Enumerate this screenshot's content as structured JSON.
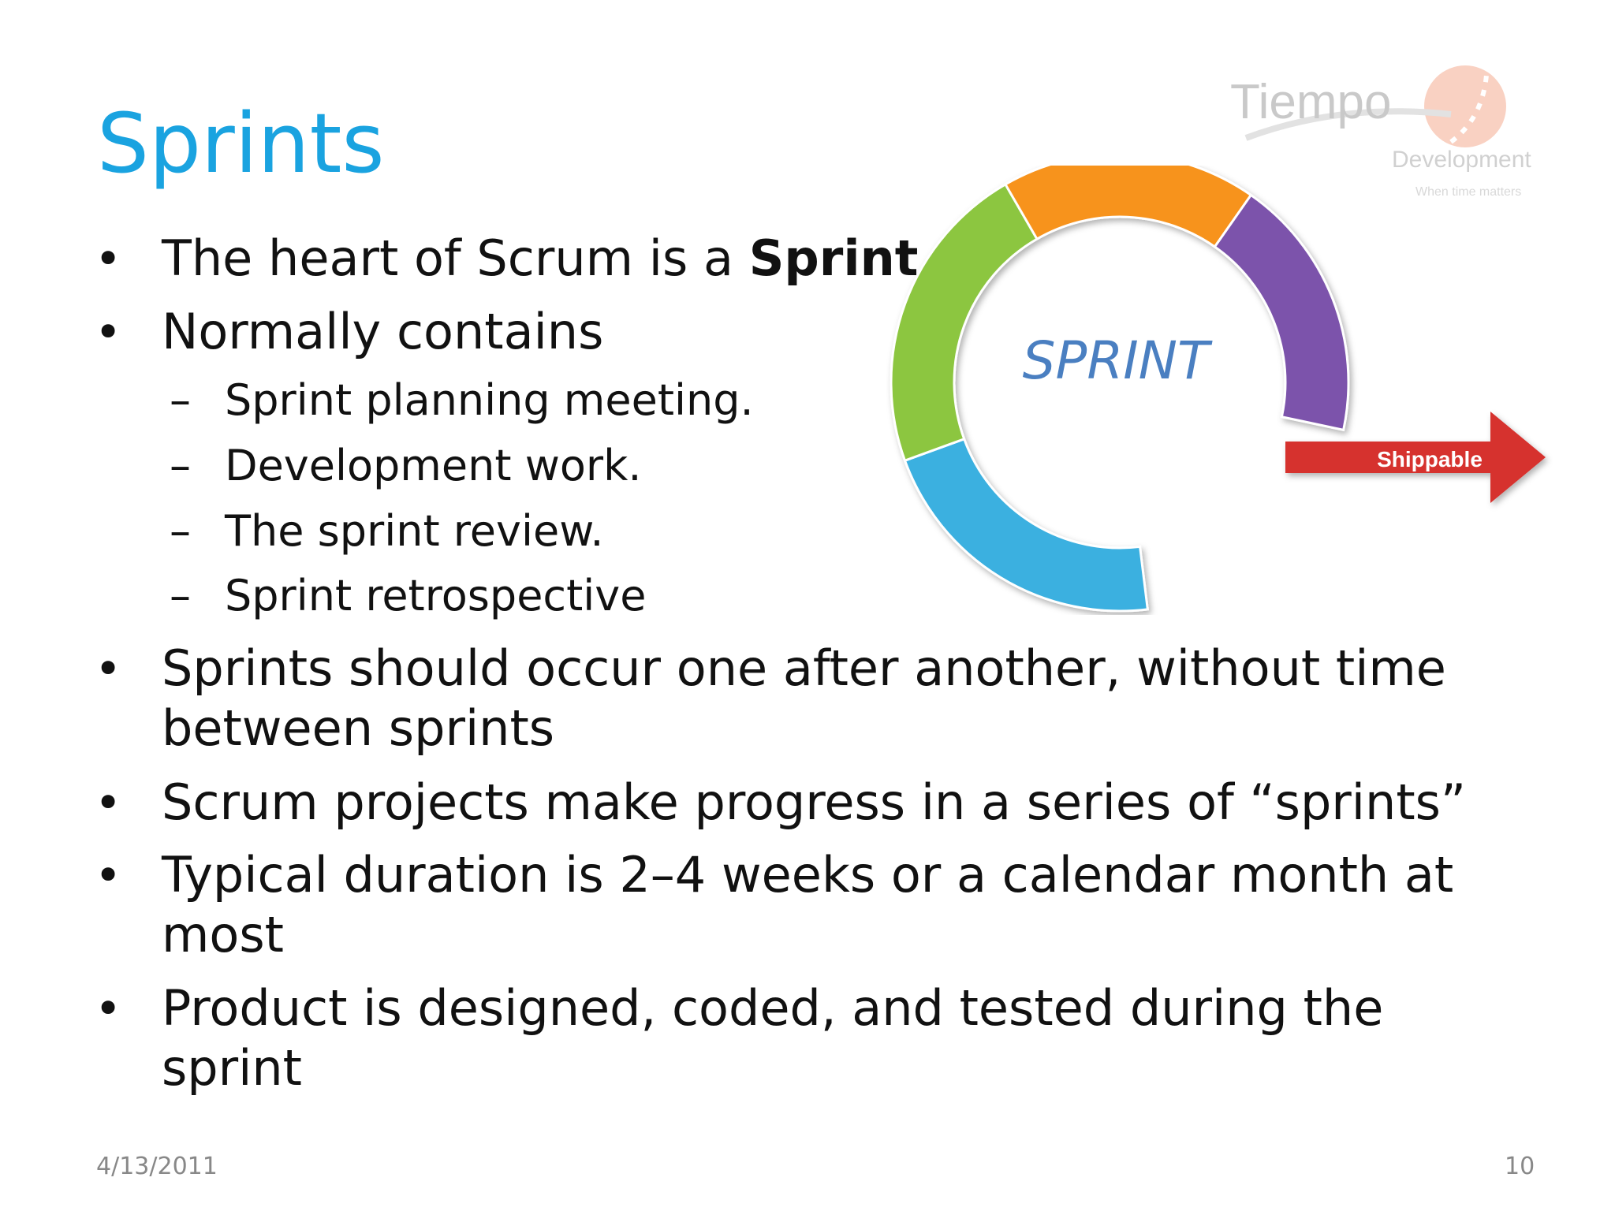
{
  "slide": {
    "title": "Sprints",
    "bullets": {
      "b1": {
        "text": "The heart of Scrum is a ",
        "bold": "Sprint"
      },
      "b2": "Normally contains",
      "sub": [
        "Sprint planning meeting.",
        "Development work.",
        "The sprint review.",
        "Sprint retrospective"
      ],
      "b3_line1": "Sprints should occur one after another, without time",
      "b3_line2": "between sprints",
      "b4": "Scrum projects make progress in a series of “sprints”",
      "b5_line1": "Typical duration is 2–4 weeks or a calendar month at",
      "b5_line2": "most",
      "b6_line1": "Product is designed, coded, and tested during the",
      "b6_line2": "sprint"
    },
    "bullet_char": "•",
    "dash_char": "–",
    "footer": {
      "date": "4/13/2011",
      "page": "10"
    }
  },
  "diagram": {
    "center_label": "SPRINT",
    "arrow_label": "Shippable",
    "colors": {
      "cyan": "#3bb0e0",
      "green": "#8cc63f",
      "orange": "#f7931e",
      "purple": "#7b52ab",
      "arrow": "#d6322f",
      "label": "#4a7fc1"
    }
  },
  "logo": {
    "name": "Tiempo",
    "sub": "Development",
    "tagline": "When time matters"
  }
}
